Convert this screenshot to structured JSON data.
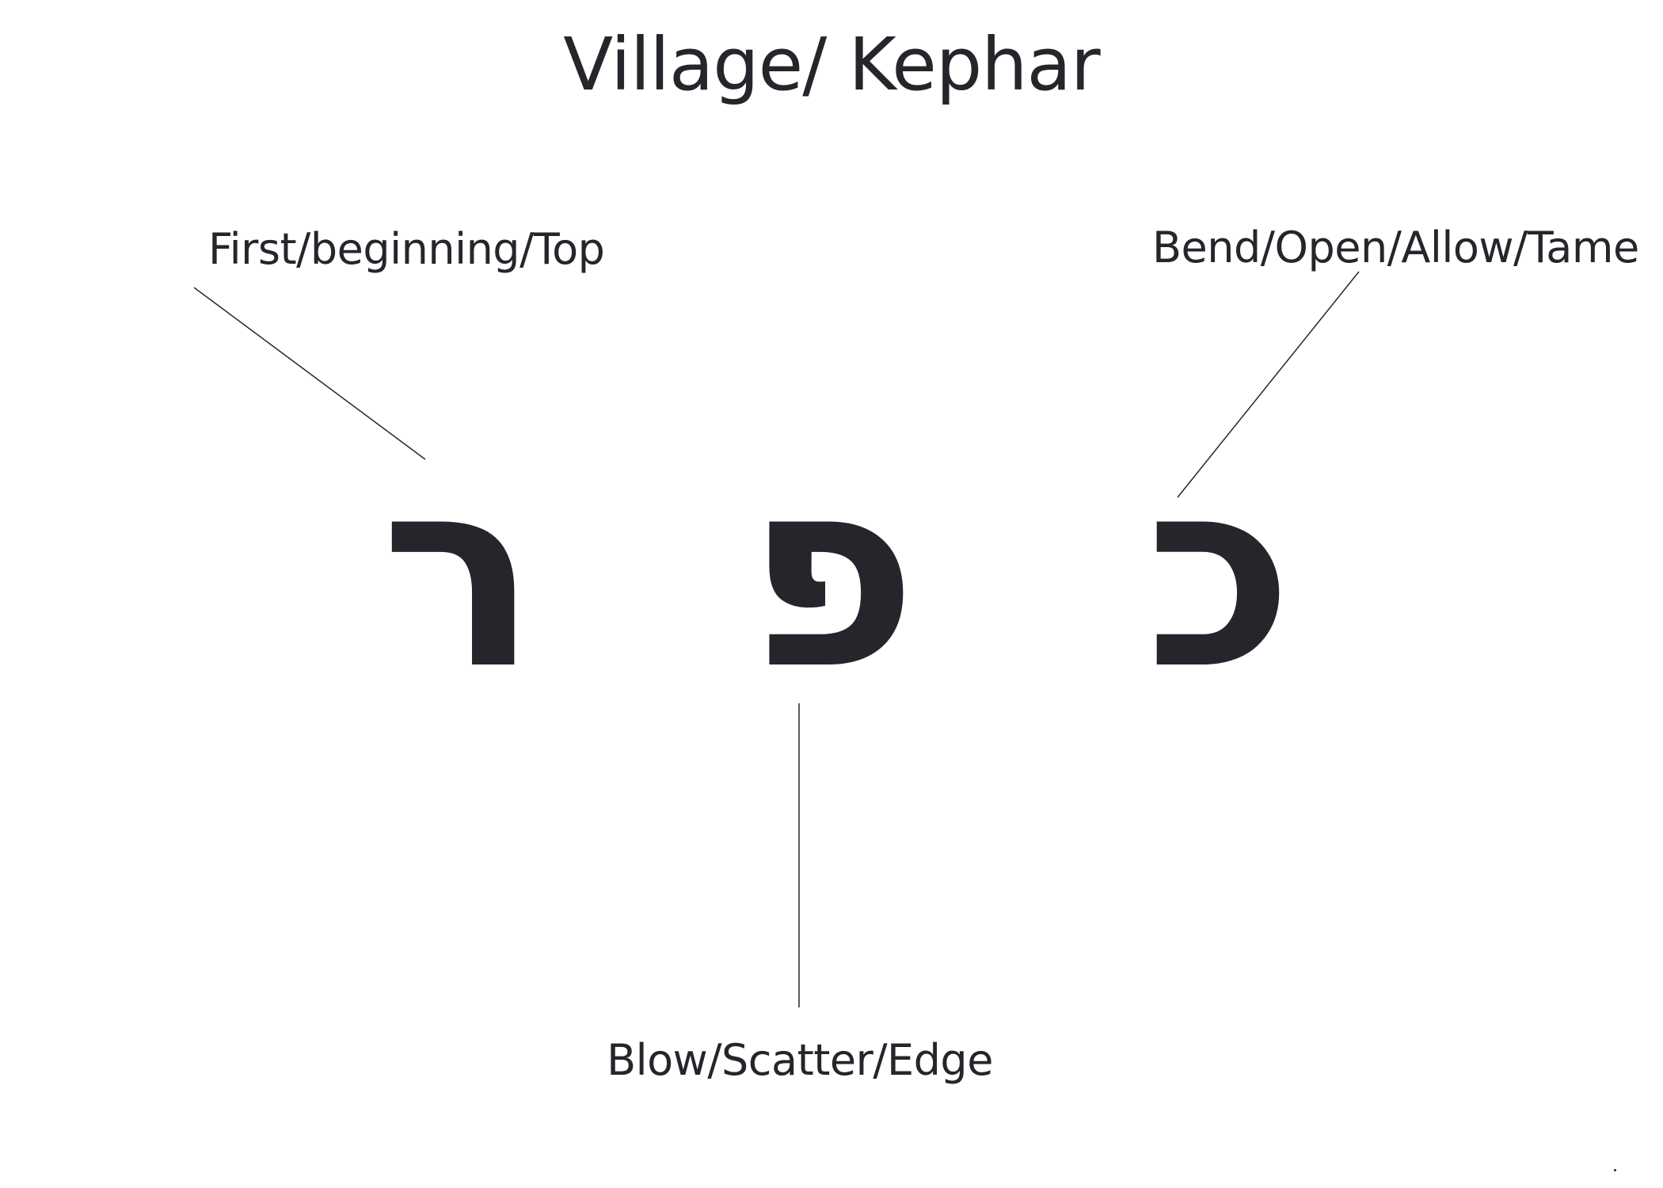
{
  "title": "Village/ Kephar",
  "letters": [
    {
      "glyph": "ר",
      "label": "First/beginning/Top"
    },
    {
      "glyph": "פ",
      "label": "Blow/Scatter/Edge"
    },
    {
      "glyph": "כ",
      "label": "Bend/Open/Allow/Tame"
    }
  ],
  "colors": {
    "text": "#25262b",
    "background": "#ffffff"
  }
}
